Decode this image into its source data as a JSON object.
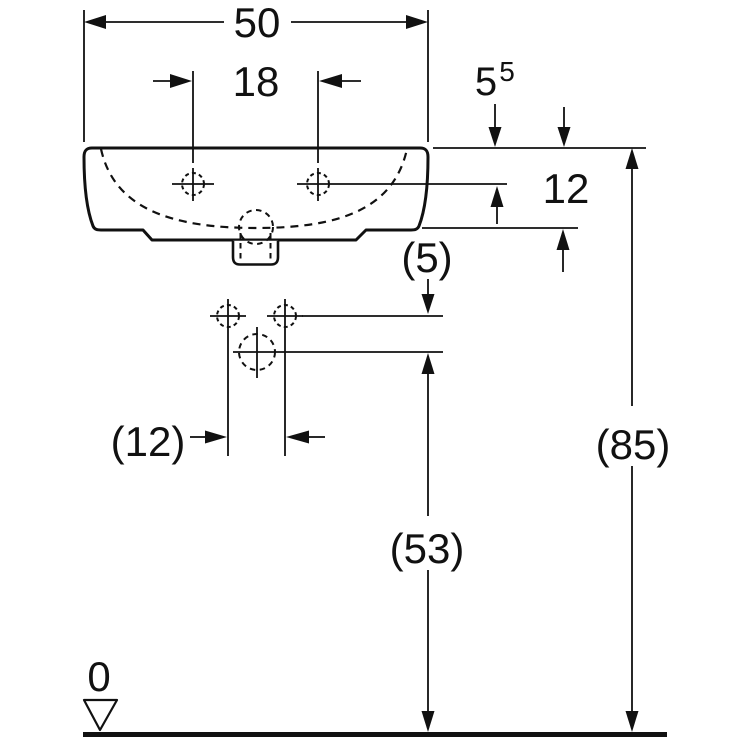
{
  "drawing": {
    "kind": "washbasin front-view dimension drawing",
    "line_color": "#111111",
    "background": "#ffffff",
    "dims": {
      "overall_width": "50",
      "tap_hole_spacing": "18",
      "rim_to_tap_main": "5",
      "rim_to_tap_sup": "5",
      "basin_height": "12",
      "tap_to_fixing_holes": "(5)",
      "fixing_hole_spacing": "(12)",
      "drain_height": "(53)",
      "rim_height": "(85)",
      "datum": "0"
    }
  }
}
